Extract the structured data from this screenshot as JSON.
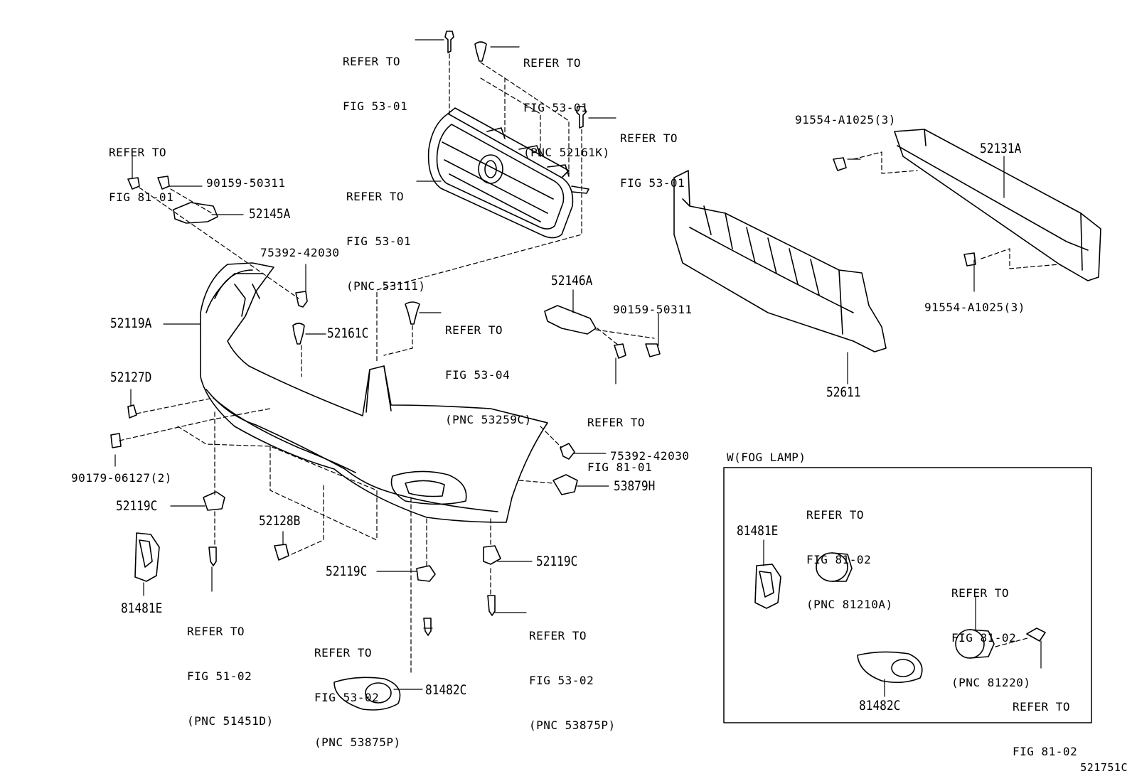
{
  "inset_title": "W(FOG LAMP)",
  "diagram_code": "521751C",
  "labels": {
    "r1": [
      "REFER TO",
      "FIG 53-01"
    ],
    "r2": [
      "REFER TO",
      "FIG 53-01",
      "(PNC 52161K)"
    ],
    "r3": [
      "REFER TO",
      "FIG 53-01"
    ],
    "r4": [
      "REFER TO",
      "FIG 81-01"
    ],
    "r5": [
      "REFER TO",
      "FIG 53-01",
      "(PNC 53111)"
    ],
    "r6": [
      "REFER TO",
      "FIG 53-04",
      "(PNC 53259C)"
    ],
    "r7": [
      "REFER TO",
      "FIG 81-01"
    ],
    "r8": [
      "REFER TO",
      "FIG 51-02",
      "(PNC 51451D)"
    ],
    "r9": [
      "REFER TO",
      "FIG 53-02",
      "(PNC 53875P)"
    ],
    "r10": [
      "REFER TO",
      "FIG 53-02",
      "(PNC 53875P)"
    ],
    "r11": [
      "REFER TO",
      "FIG 81-02",
      "(PNC 81210A)"
    ],
    "r12": [
      "REFER TO",
      "FIG 81-02",
      "(PNC 81220)"
    ],
    "r13": [
      "REFER TO",
      "FIG 81-02"
    ]
  },
  "parts": {
    "p90159a": "90159-50311",
    "p52145A": "52145A",
    "p75392a": "75392-42030",
    "p52119A": "52119A",
    "p52161C": "52161C",
    "p52127D": "52127D",
    "p90179": "90179-06127(2)",
    "p52119C_1": "52119C",
    "p81481E_1": "81481E",
    "p52128B": "52128B",
    "p52119C_2": "52119C",
    "p52119C_3": "52119C",
    "p81482C_1": "81482C",
    "p52146A": "52146A",
    "p90159b": "90159-50311",
    "p75392b": "75392-42030",
    "p53879H": "53879H",
    "p91554a": "91554-A1025(3)",
    "p52131A": "52131A",
    "p91554b": "91554-A1025(3)",
    "p52611": "52611",
    "p81481E_2": "81481E",
    "p81482C_2": "81482C"
  }
}
